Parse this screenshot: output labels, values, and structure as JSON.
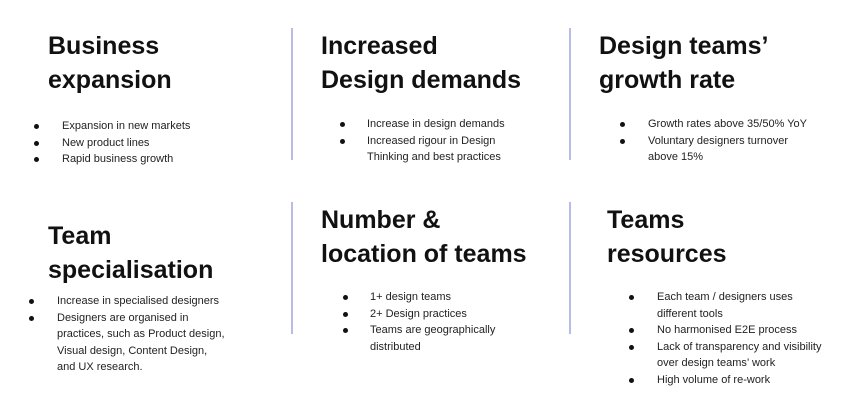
{
  "colors": {
    "divider": "#b7bde6",
    "text": "#111111"
  },
  "sections": [
    {
      "title": "Business\nexpansion",
      "bullets": [
        "Expansion in new markets",
        "New product lines",
        "Rapid business growth"
      ]
    },
    {
      "title": "Increased\nDesign demands",
      "bullets": [
        "Increase in design demands",
        "Increased rigour in Design",
        "Thinking and best practices"
      ]
    },
    {
      "title": "Design teams’\ngrowth rate",
      "bullets": [
        "Growth rates above 35/50% YoY",
        "Voluntary designers turnover",
        "above 15%"
      ]
    },
    {
      "title": "Team\nspecialisation",
      "bullets": [
        "Increase in specialised designers",
        "Designers are organised in",
        "practices, such as Product design,",
        "Visual design, Content Design,",
        "and UX research."
      ]
    },
    {
      "title": "Number &\nlocation of teams",
      "bullets": [
        "1+ design teams",
        "2+ Design practices",
        "Teams are geographically",
        "distributed"
      ]
    },
    {
      "title": "Teams\nresources",
      "bullets": [
        "Each team / designers uses",
        "different tools",
        "No harmonised E2E process",
        "Lack of transparency and visibility",
        "over design teams’ work",
        "High volume of re-work"
      ]
    }
  ]
}
